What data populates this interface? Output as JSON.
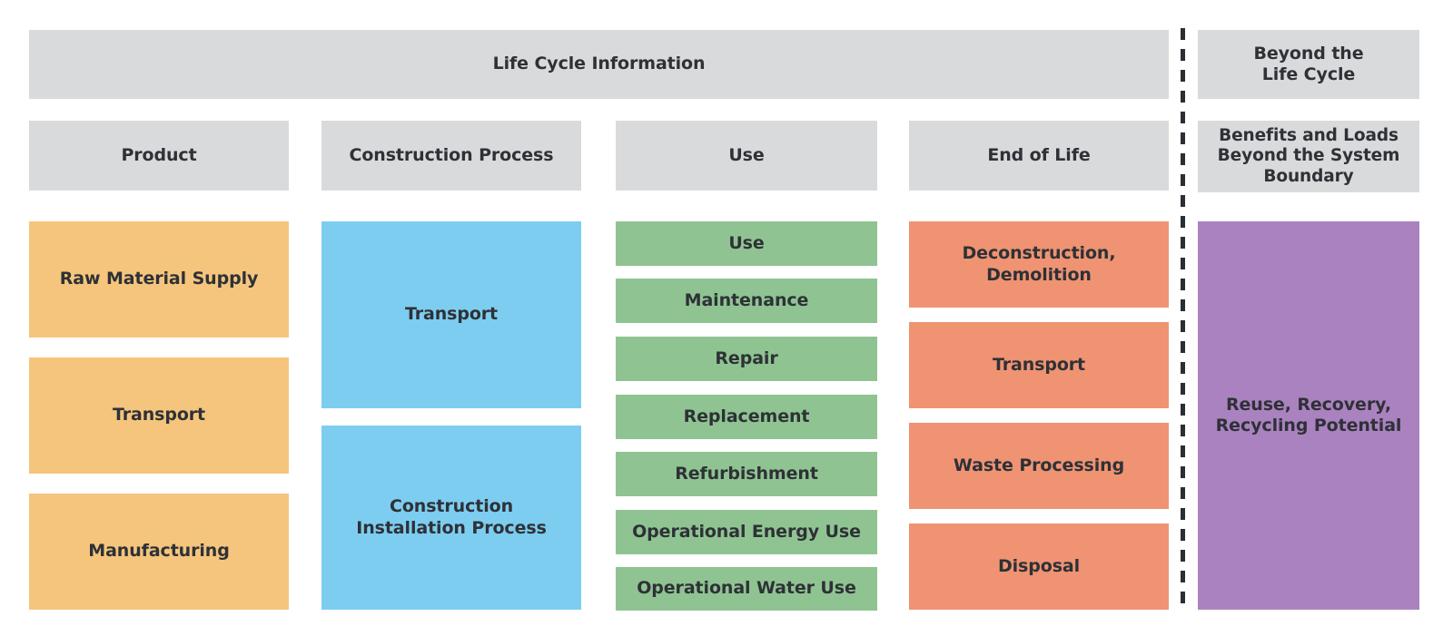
{
  "diagram": {
    "top_headers": {
      "life_cycle_information": "Life Cycle Information",
      "beyond_the_life_cycle": "Beyond the\nLife Cycle"
    },
    "column_headers": {
      "product": "Product",
      "construction_process": "Construction Process",
      "use": "Use",
      "end_of_life": "End of Life",
      "benefits_and_loads": "Benefits and Loads\nBeyond the System\nBoundary"
    },
    "product_stages": [
      "Raw Material Supply",
      "Transport",
      "Manufacturing"
    ],
    "construction_stages": [
      "Transport",
      "Construction\nInstallation Process"
    ],
    "use_stages": [
      "Use",
      "Maintenance",
      "Repair",
      "Replacement",
      "Refurbishment",
      "Operational Energy Use",
      "Operational Water Use"
    ],
    "end_of_life_stages": [
      "Deconstruction,\nDemolition",
      "Transport",
      "Waste Processing",
      "Disposal"
    ],
    "beyond_stages": [
      "Reuse, Recovery,\nRecycling Potential"
    ],
    "colors": {
      "background": "#FFFFFF",
      "header_gray": "#D9DADC",
      "product_orange": "#F5C57D",
      "construction_blue": "#7DCDF1",
      "use_green": "#8FC492",
      "end_of_life_salmon": "#EF9373",
      "beyond_purple": "#AB82C0",
      "text": "#2E3136",
      "divider": "#2B2E33"
    }
  }
}
